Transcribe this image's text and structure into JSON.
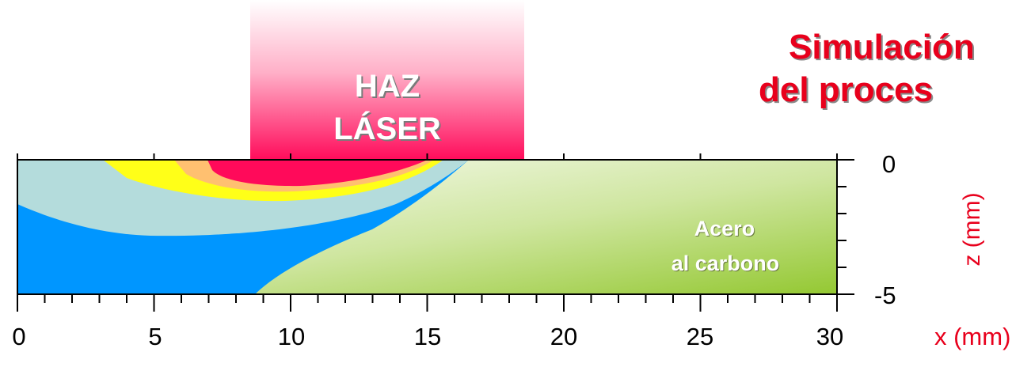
{
  "title": {
    "line1": "Simulación",
    "line2": "del proces"
  },
  "beam": {
    "line1": "HAZ",
    "line2": "LÁSER"
  },
  "material": {
    "line1": "Acero",
    "line2": "al carbono"
  },
  "axes": {
    "x": {
      "label": "x (mm)",
      "range": [
        0,
        30
      ],
      "ticks": [
        "0",
        "5",
        "10",
        "15",
        "20",
        "25",
        "30"
      ]
    },
    "z": {
      "label": "z (mm)",
      "range": [
        0,
        -5
      ],
      "ticks": [
        "0",
        "-5"
      ]
    }
  },
  "colors": {
    "molten_zone": "#ff0a5a",
    "zone_orange": "#ffc070",
    "zone_yellow": "#ffff18",
    "zone_light_blue": "#b4dcdc",
    "zone_blue": "#0096ff",
    "steel_green": "#94c832",
    "title_red": "#e8001c"
  },
  "chart_data": {
    "type": "contour-cross-section",
    "xlabel": "x (mm)",
    "ylabel": "z (mm)",
    "xlim": [
      0,
      30
    ],
    "ylim": [
      -5,
      0
    ],
    "x_ticks": [
      0,
      5,
      10,
      15,
      20,
      25,
      30
    ],
    "y_ticks": [
      0,
      -5
    ]
  }
}
